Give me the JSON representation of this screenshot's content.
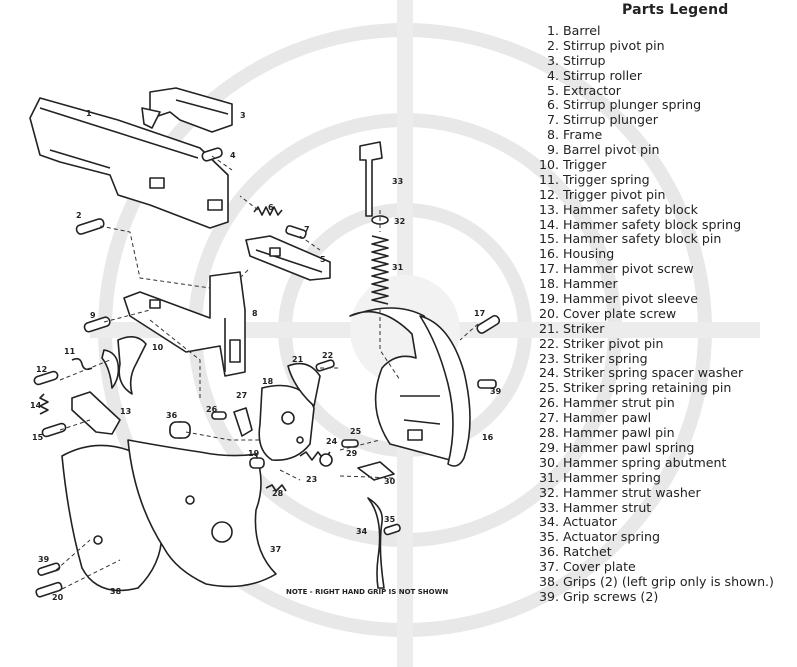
{
  "legend": {
    "title": "Parts Legend",
    "items": [
      {
        "num": "1.",
        "name": "Barrel"
      },
      {
        "num": "2.",
        "name": "Stirrup pivot pin"
      },
      {
        "num": "3.",
        "name": "Stirrup"
      },
      {
        "num": "4.",
        "name": "Stirrup roller"
      },
      {
        "num": "5.",
        "name": "Extractor"
      },
      {
        "num": "6.",
        "name": "Stirrup plunger spring"
      },
      {
        "num": "7.",
        "name": "Stirrup plunger"
      },
      {
        "num": "8.",
        "name": "Frame"
      },
      {
        "num": "9.",
        "name": "Barrel pivot pin"
      },
      {
        "num": "10.",
        "name": "Trigger"
      },
      {
        "num": "11.",
        "name": "Trigger spring"
      },
      {
        "num": "12.",
        "name": "Trigger pivot pin"
      },
      {
        "num": "13.",
        "name": "Hammer safety block"
      },
      {
        "num": "14.",
        "name": "Hammer safety block spring"
      },
      {
        "num": "15.",
        "name": "Hammer safety block pin"
      },
      {
        "num": "16.",
        "name": "Housing"
      },
      {
        "num": "17.",
        "name": "Hammer pivot screw"
      },
      {
        "num": "18.",
        "name": "Hammer"
      },
      {
        "num": "19.",
        "name": "Hammer pivot sleeve"
      },
      {
        "num": "20.",
        "name": "Cover plate screw"
      },
      {
        "num": "21.",
        "name": "Striker"
      },
      {
        "num": "22.",
        "name": "Striker pivot pin"
      },
      {
        "num": "23.",
        "name": "Striker spring"
      },
      {
        "num": "24.",
        "name": "Striker spring spacer washer"
      },
      {
        "num": "25.",
        "name": "Striker spring retaining pin"
      },
      {
        "num": "26.",
        "name": "Hammer strut pin"
      },
      {
        "num": "27.",
        "name": "Hammer pawl"
      },
      {
        "num": "28.",
        "name": "Hammer pawl pin"
      },
      {
        "num": "29.",
        "name": "Hammer pawl spring"
      },
      {
        "num": "30.",
        "name": "Hammer spring abutment"
      },
      {
        "num": "31.",
        "name": "Hammer spring"
      },
      {
        "num": "32.",
        "name": "Hammer strut washer"
      },
      {
        "num": "33.",
        "name": "Hammer strut"
      },
      {
        "num": "34.",
        "name": "Actuator"
      },
      {
        "num": "35.",
        "name": "Actuator spring"
      },
      {
        "num": "36.",
        "name": "Ratchet"
      },
      {
        "num": "37.",
        "name": "Cover plate"
      },
      {
        "num": "38.",
        "name": "Grips (2) (left grip only is shown.)"
      },
      {
        "num": "39.",
        "name": "Grip screws (2)"
      }
    ]
  },
  "diagram": {
    "note": "NOTE - RIGHT HAND GRIP IS NOT SHOWN",
    "callouts": [
      "1",
      "2",
      "3",
      "4",
      "5",
      "6",
      "7",
      "8",
      "9",
      "10",
      "11",
      "12",
      "13",
      "14",
      "15",
      "16",
      "17",
      "18",
      "19",
      "20",
      "21",
      "22",
      "23",
      "24",
      "25",
      "26",
      "27",
      "28",
      "29",
      "30",
      "31",
      "32",
      "33",
      "34",
      "35",
      "36",
      "37",
      "38",
      "39"
    ]
  }
}
